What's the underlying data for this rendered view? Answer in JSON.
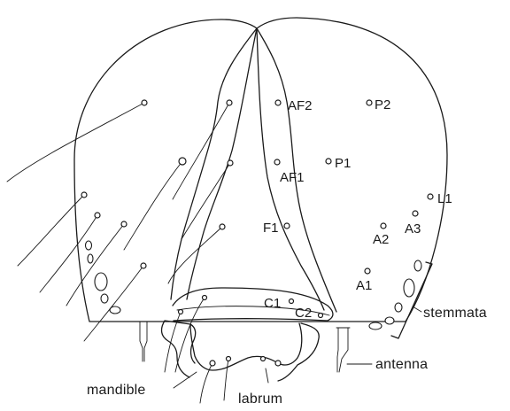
{
  "labels": {
    "AF2": "AF2",
    "P2": "P2",
    "P1": "P1",
    "AF1": "AF1",
    "L1": "L1",
    "F1": "F1",
    "A2": "A2",
    "A3": "A3",
    "A1": "A1",
    "C1": "C1",
    "C2": "C2",
    "stemmata": "stemmata",
    "antenna": "antenna",
    "mandible": "mandible",
    "labrum": "labrum"
  }
}
